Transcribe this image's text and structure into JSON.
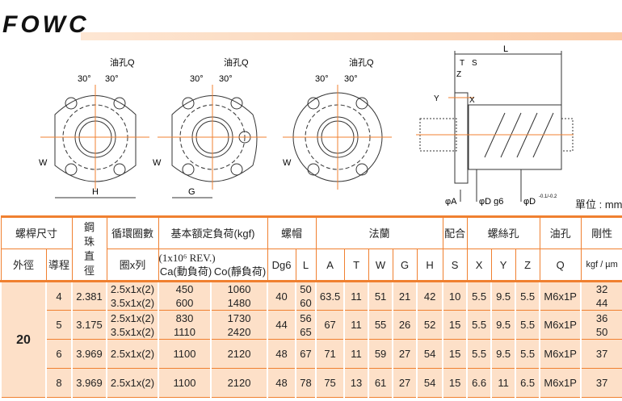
{
  "title": "FOWC",
  "unit": "單位 : mm",
  "drawings": {
    "oil_hole": "油孔Q",
    "angle": "30°",
    "w": "W",
    "h": "H",
    "g": "G",
    "l": "L",
    "t": "T",
    "s": "S",
    "z": "Z",
    "y": "Y",
    "x": "X",
    "phi_a": "φA",
    "phi_dg6": "φD g6",
    "phi_d": "φD",
    "phi_d_tol": "-0.1/-0.2"
  },
  "header": {
    "screw_size": "螺桿尺寸",
    "outer_dia": "外徑",
    "lead": "導程",
    "ball_dia": "鋼珠直徑",
    "circuits": "循環圈數",
    "circuits_sub": "圈x列",
    "load": "基本額定負荷(kgf)",
    "rev": "(1x10⁶ REV.)",
    "ca": "Ca(動負荷)",
    "co": "Co(靜負荷)",
    "nut": "螺帽",
    "dg6": "Dg6",
    "l": "L",
    "flange": "法蘭",
    "a": "A",
    "t": "T",
    "w": "W",
    "g": "G",
    "h": "H",
    "fit": "配合",
    "s": "S",
    "bolt": "螺絲孔",
    "x": "X",
    "y": "Y",
    "z": "Z",
    "oil": "油孔",
    "q": "Q",
    "stiff": "剛性",
    "stiff_unit": "kgf / µm"
  },
  "rows": [
    {
      "d": "20",
      "lead": "4",
      "ball": "2.381",
      "circ": [
        "2.5x1x(2)",
        "3.5x1x(2)"
      ],
      "ca": [
        "450",
        "600"
      ],
      "co": [
        "1060",
        "1480"
      ],
      "dg6": "40",
      "l": [
        "50",
        "60"
      ],
      "a": "63.5",
      "t": "11",
      "w": "51",
      "g": "21",
      "h": "42",
      "s": "10",
      "x": "5.5",
      "y": "9.5",
      "z": "5.5",
      "q": "M6x1P",
      "k": [
        "32",
        "44"
      ]
    },
    {
      "lead": "5",
      "ball": "3.175",
      "circ": [
        "2.5x1x(2)",
        "3.5x1x(2)"
      ],
      "ca": [
        "830",
        "1110"
      ],
      "co": [
        "1730",
        "2420"
      ],
      "dg6": "44",
      "l": [
        "56",
        "65"
      ],
      "a": "67",
      "t": "11",
      "w": "55",
      "g": "26",
      "h": "52",
      "s": "15",
      "x": "5.5",
      "y": "9.5",
      "z": "5.5",
      "q": "M6x1P",
      "k": [
        "36",
        "50"
      ]
    },
    {
      "lead": "6",
      "ball": "3.969",
      "circ": [
        "2.5x1x(2)"
      ],
      "ca": [
        "1100"
      ],
      "co": [
        "2120"
      ],
      "dg6": "48",
      "l": [
        "67"
      ],
      "a": "71",
      "t": "11",
      "w": "59",
      "g": "27",
      "h": "54",
      "s": "15",
      "x": "5.5",
      "y": "9.5",
      "z": "5.5",
      "q": "M6x1P",
      "k": [
        "37"
      ]
    },
    {
      "lead": "8",
      "ball": "3.969",
      "circ": [
        "2.5x1x(2)"
      ],
      "ca": [
        "1100"
      ],
      "co": [
        "2120"
      ],
      "dg6": "48",
      "l": [
        "78"
      ],
      "a": "75",
      "t": "13",
      "w": "61",
      "g": "27",
      "h": "54",
      "s": "15",
      "x": "6.6",
      "y": "11",
      "z": "6.5",
      "q": "M6x1P",
      "k": [
        "37"
      ]
    }
  ]
}
